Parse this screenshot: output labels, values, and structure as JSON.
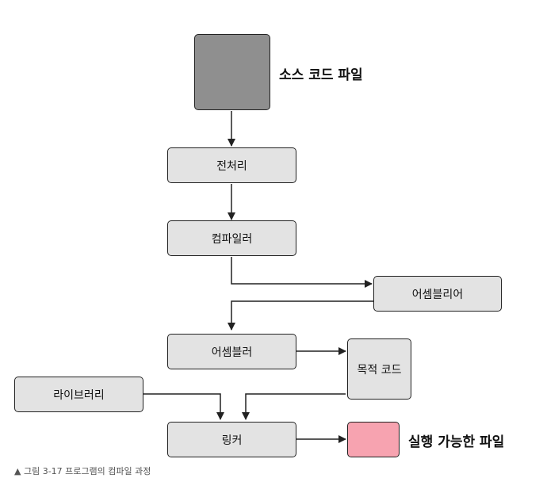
{
  "diagram": {
    "source_label": "소스 코드 파일",
    "preprocessor": "전처리",
    "compiler": "컴파일러",
    "assembly_out": "어셈블리어",
    "assembler": "어셈블러",
    "object_code": "목적 코드",
    "library": "라이브러리",
    "linker": "링커",
    "exe_label": "실행 가능한 파일"
  },
  "caption": "▲ 그림 3-17 프로그램의 컴파일 과정",
  "colors": {
    "source_fill": "#8f8f8f",
    "step_fill": "#e3e3e3",
    "executable_fill": "#f7a3b0",
    "line": "#222222"
  }
}
